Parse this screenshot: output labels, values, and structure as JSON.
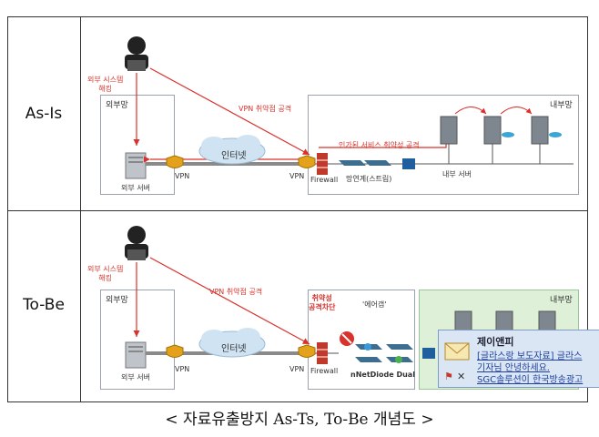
{
  "rows": {
    "asis": "As-Is",
    "tobe": "To-Be"
  },
  "asis": {
    "hack_label": "외부 시스템\n해킹",
    "outer_zone": "외부망",
    "inner_zone": "내부망",
    "vpn_attack": "VPN 취약점 공격",
    "internet": "인터넷",
    "service_attack": "인가된 서비스 취약성 공격",
    "outer_server": "외부 서버",
    "vpn_left": "VPN",
    "vpn_right": "VPN",
    "firewall": "Firewall",
    "gateway": "망연계(스트림)",
    "inner_server": "내부 서버"
  },
  "tobe": {
    "hack_label": "외부 시스템\n해킹",
    "outer_zone": "외부망",
    "inner_zone": "내부망",
    "vpn_attack": "VPN 취약점 공격",
    "internet": "인터넷",
    "block": "취약성\n공격차단",
    "airgap": "'에어갭'",
    "outer_server": "외부 서버",
    "vpn_left": "VPN",
    "vpn_right": "VPN",
    "firewall": "Firewall",
    "diode": "nNetDiode Dual"
  },
  "caption": "< 자료유출방지 As-Ts, To-Be 개념도 >",
  "popup": {
    "title": "제이앤피",
    "line1": "[글라스랑 보도자료] 글라스",
    "line2": "기자님 안녕하세요.",
    "line3": "SGC솔루션이 한국방송광고"
  },
  "colors": {
    "attack": "#d9312b",
    "firewall": "#c0392b",
    "vpn": "#e3a21a",
    "cloud": "#cfe3f2",
    "link": "#1c3f9c"
  }
}
